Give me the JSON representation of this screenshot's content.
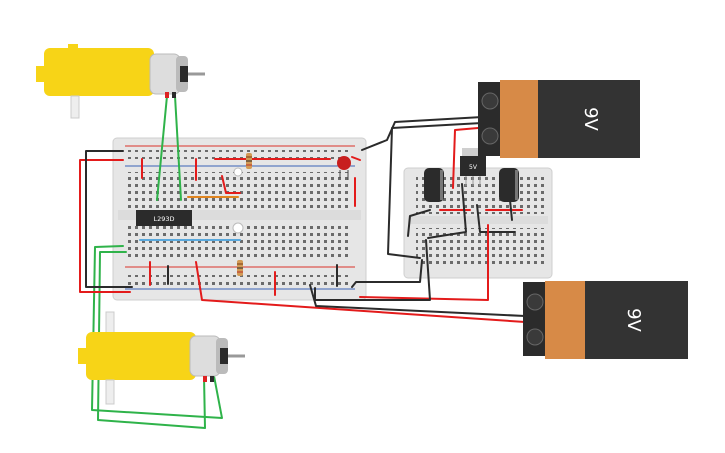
{
  "circuit": {
    "driver_chip_label": "L293D",
    "regulator_label": "5V",
    "battery_top_label": "9V",
    "battery_bottom_label": "9V"
  },
  "colors": {
    "background": "#ffffff",
    "breadboard": "#e6e6e6",
    "hole": "#6b6b6b",
    "rail_red": "#d9332b",
    "rail_blue": "#3a63b5",
    "wire_red": "#e31b1b",
    "wire_black": "#2b2b2b",
    "wire_green": "#2fb34a",
    "wire_orange": "#e0851f",
    "wire_blue": "#5aa9dd",
    "motor_yellow": "#f7d417",
    "battery_copper": "#d78a47",
    "battery_black": "#333333",
    "led_red": "#c81e1e"
  }
}
